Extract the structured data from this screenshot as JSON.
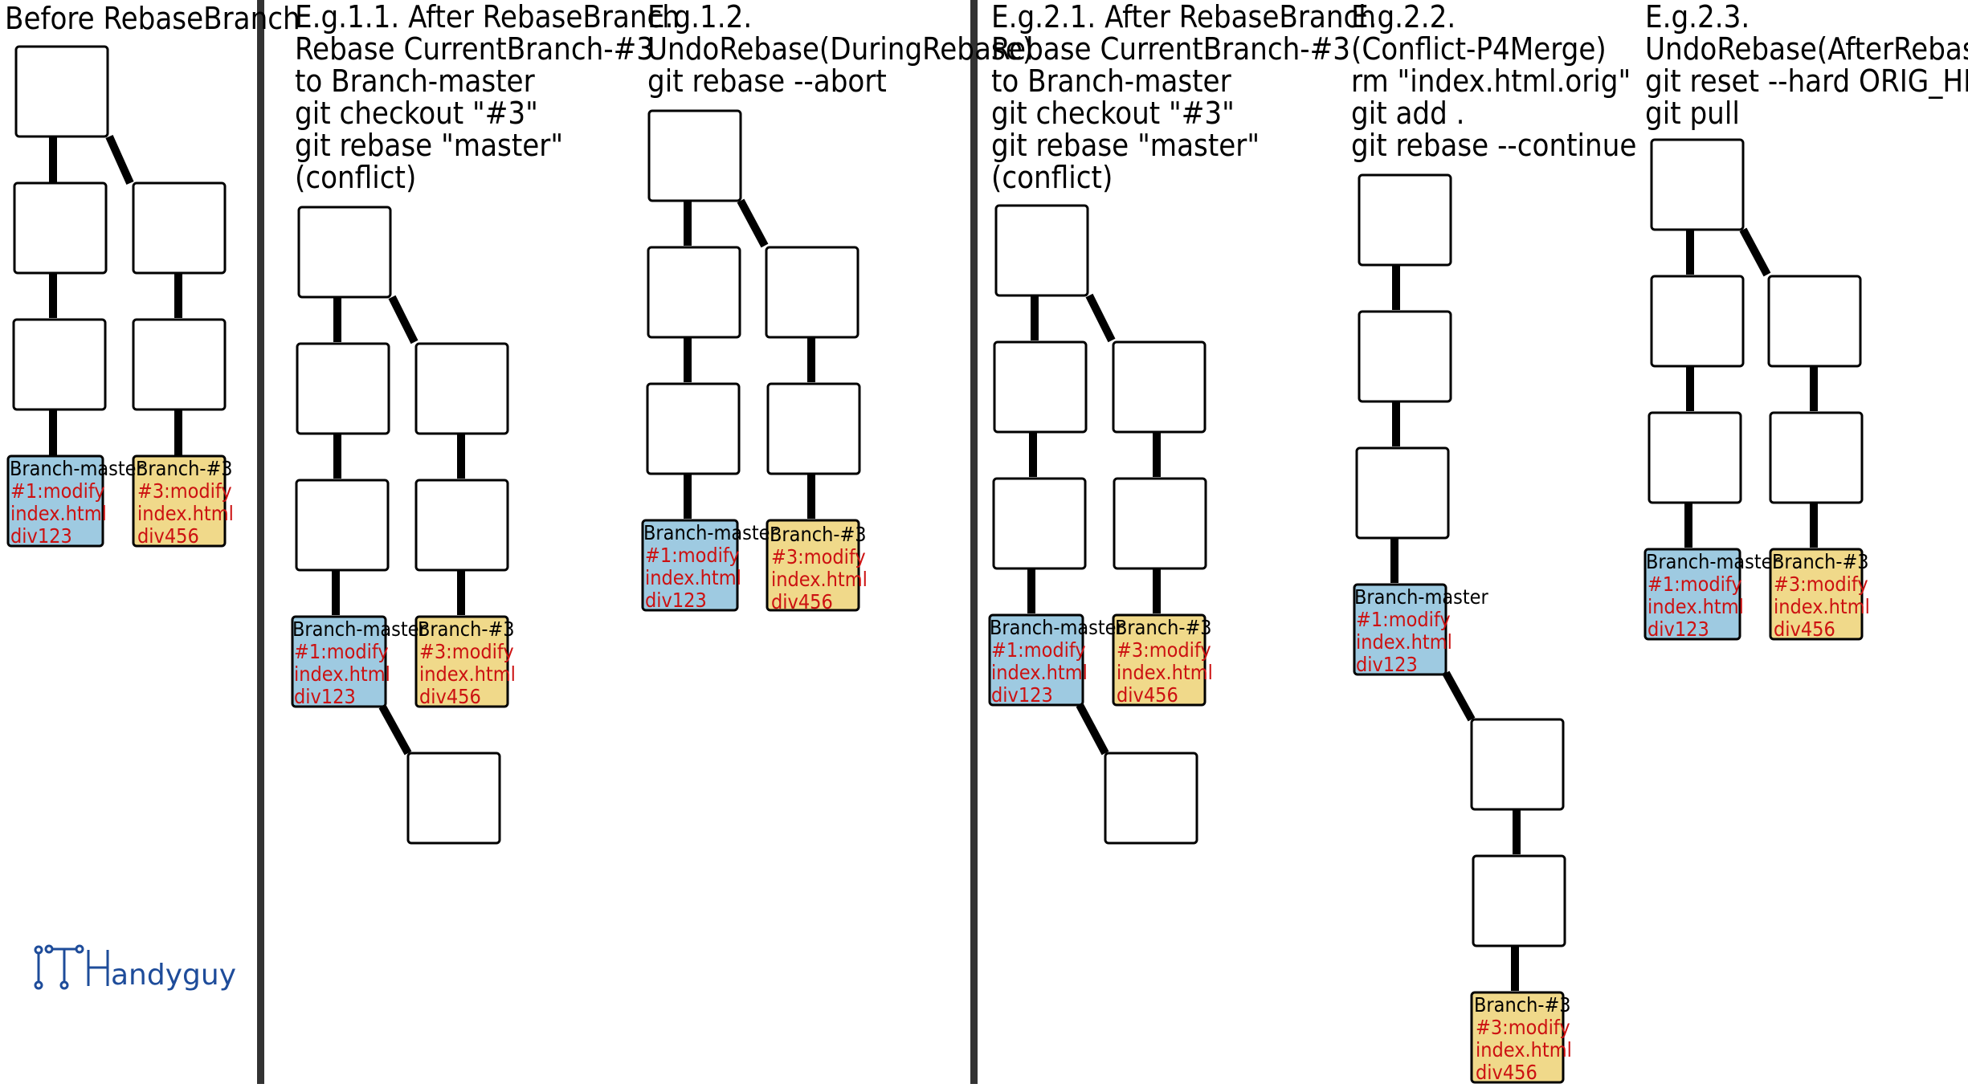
{
  "panels": [
    {
      "id": "p0",
      "heading": [
        "Before RebaseBranch"
      ],
      "master": {
        "branch": "Branch-master",
        "lines": [
          "#1:modify",
          "index.html",
          "div123"
        ]
      },
      "feature": {
        "branch": "Branch-#3",
        "lines": [
          "#3:modify",
          "index.html",
          "div456"
        ]
      }
    },
    {
      "id": "p1",
      "heading": [
        "E.g.1.1. After RebaseBranch",
        "Rebase CurrentBranch-#3",
        "to Branch-master",
        "git checkout \"#3\"",
        "git rebase \"master\"",
        "(conflict)"
      ],
      "master": {
        "branch": "Branch-master",
        "lines": [
          "#1:modify",
          "index.html",
          "div123"
        ]
      },
      "feature": {
        "branch": "Branch-#3",
        "lines": [
          "#3:modify",
          "index.html",
          "div456"
        ]
      }
    },
    {
      "id": "p2",
      "heading": [
        "E.g.1.2.",
        "UndoRebase(DuringRebase)",
        "git rebase --abort"
      ],
      "master": {
        "branch": "Branch-master",
        "lines": [
          "#1:modify",
          "index.html",
          "div123"
        ]
      },
      "feature": {
        "branch": "Branch-#3",
        "lines": [
          "#3:modify",
          "index.html",
          "div456"
        ]
      }
    },
    {
      "id": "p3",
      "heading": [
        "E.g.2.1. After RebaseBranch",
        "Rebase CurrentBranch-#3",
        "to Branch-master",
        "git checkout \"#3\"",
        "git rebase \"master\"",
        "(conflict)"
      ],
      "master": {
        "branch": "Branch-master",
        "lines": [
          "#1:modify",
          "index.html",
          "div123"
        ]
      },
      "feature": {
        "branch": "Branch-#3",
        "lines": [
          "#3:modify",
          "index.html",
          "div456"
        ]
      }
    },
    {
      "id": "p4",
      "heading": [
        "E.g.2.2.",
        "(Conflict-P4Merge)",
        "rm \"index.html.orig\"",
        "git add .",
        "git rebase --continue"
      ],
      "master": {
        "branch": "Branch-master",
        "lines": [
          "#1:modify",
          "index.html",
          "div123"
        ]
      },
      "feature": {
        "branch": "Branch-#3",
        "lines": [
          "#3:modify",
          "index.html",
          "div456"
        ]
      }
    },
    {
      "id": "p5",
      "heading": [
        "E.g.2.3.",
        "UndoRebase(AfterRebase)",
        "git reset --hard ORIG_HEAD",
        "git pull"
      ],
      "master": {
        "branch": "Branch-master",
        "lines": [
          "#1:modify",
          "index.html",
          "div123"
        ]
      },
      "feature": {
        "branch": "Branch-#3",
        "lines": [
          "#3:modify",
          "index.html",
          "div456"
        ]
      }
    }
  ],
  "logo": {
    "prefix": "IT",
    "rest": "andyguy"
  },
  "colors": {
    "master_fill": "#9ecae1",
    "feature_fill": "#f0d98a",
    "note_text": "#cc1111",
    "logo": "#1e4c9a",
    "line": "#000000"
  }
}
